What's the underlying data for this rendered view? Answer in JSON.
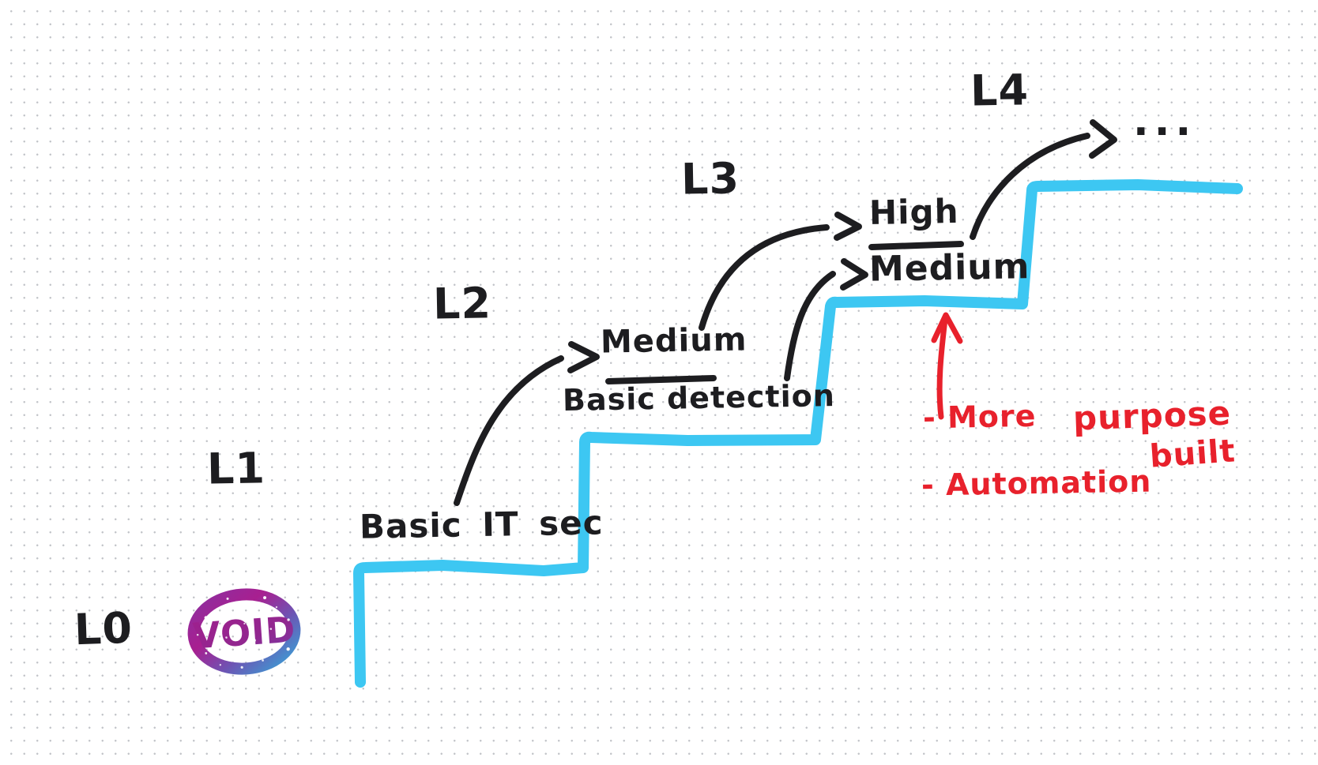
{
  "palette": {
    "ink": "#1d1d20",
    "stair_blue": "#3dc7f2",
    "annotation_red": "#e8212c",
    "grid_dot": "#c2c4c9",
    "logo_magenta": "#a01f8e",
    "logo_purple": "#6c55b4",
    "logo_blue": "#36a6d8"
  },
  "levels": {
    "l0": "L0",
    "l1": "L1",
    "l2": "L2",
    "l3": "L3",
    "l4": "L4"
  },
  "steps": {
    "l1_caption": "Basic IT sec",
    "l2_maturity": "Medium",
    "l2_caption": "Basic detection",
    "l3_maturity": "High",
    "l3_caption": "Medium",
    "l4_caption": "..."
  },
  "logo": {
    "text": "VOID"
  },
  "annotations": {
    "more": "- More",
    "purpose": "purpose",
    "built": "built",
    "automation": "- Automation"
  }
}
